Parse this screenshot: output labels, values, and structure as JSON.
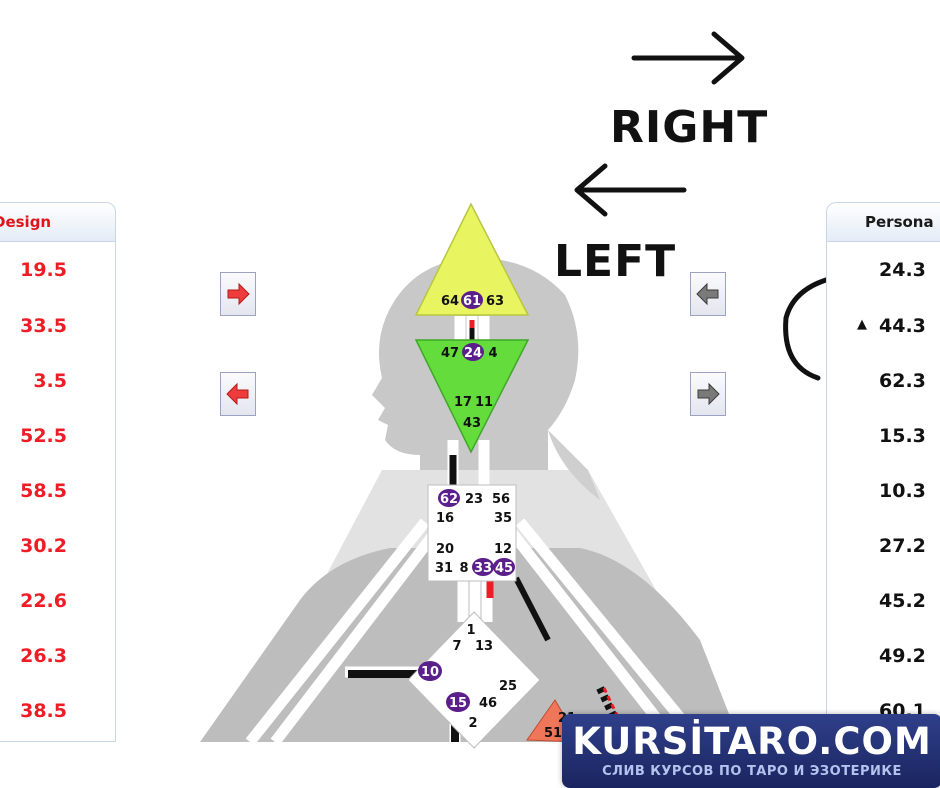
{
  "design_panel": {
    "title": "Design",
    "values": [
      "19.5",
      "33.5",
      "3.5",
      "52.5",
      "58.5",
      "30.2",
      "22.6",
      "26.3",
      "38.5"
    ]
  },
  "personality_panel": {
    "title": "Persona",
    "values": [
      "24.3",
      "44.3",
      "62.3",
      "15.3",
      "10.3",
      "27.2",
      "45.2",
      "49.2",
      "60.1"
    ],
    "marker": "▲"
  },
  "captions": {
    "right": "RIGHT",
    "left": "LEFT"
  },
  "head_center": {
    "gates": [
      "64",
      "61",
      "63"
    ]
  },
  "ajna_center": {
    "gates": [
      "47",
      "24",
      "4",
      "17",
      "11",
      "43"
    ]
  },
  "throat_center": {
    "gates": [
      "62",
      "23",
      "56",
      "16",
      "35",
      "20",
      "12",
      "31",
      "8",
      "33",
      "45"
    ]
  },
  "g_center": {
    "gates": [
      "1",
      "7",
      "13",
      "10",
      "25",
      "15",
      "46",
      "2"
    ]
  },
  "ego_center": {
    "gates": [
      "21",
      "51"
    ]
  },
  "colors": {
    "design_red": "#ee1c24",
    "activated_purple": "#5b1f8c",
    "head_yellow": "#e8f560",
    "ajna_green": "#64dc3c"
  },
  "badge": {
    "title": "KURSİTARO.COM",
    "subtitle": "СЛИВ КУРСОВ ПО ТАРО И ЭЗОТЕРИКЕ"
  }
}
